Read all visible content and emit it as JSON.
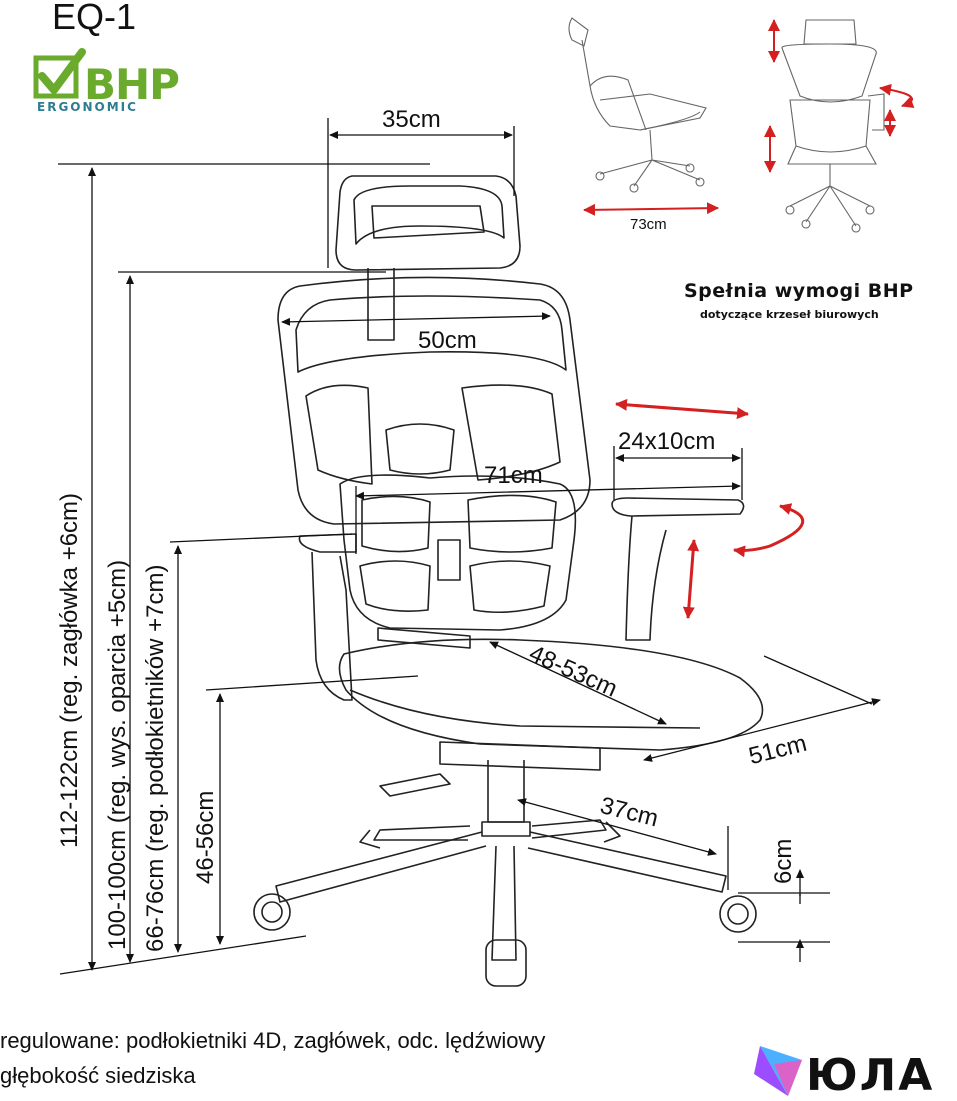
{
  "header": {
    "model": "EQ-1",
    "logo_word": "BHP",
    "logo_sub": "ERGONOMIC",
    "logo_icon": "checkmark-box-icon"
  },
  "compliance": {
    "heading": "Spełnia wymogi BHP",
    "subheading": "dotyczące krzeseł biurowych"
  },
  "dimensions": {
    "headrest_width": "35cm",
    "backrest_width": "50cm",
    "armrest_size": "24x10cm",
    "armrest_span": "71cm",
    "seat_depth": "48-53cm",
    "seat_width": "51cm",
    "base_radius": "37cm",
    "wheel_height": "6cm",
    "total_height": "112-122cm (reg. zagłówka +6cm)",
    "backrest_height": "100-100cm (reg. wys. oparcia +5cm)",
    "armrest_height": "66-76cm (reg. podłokietników +7cm)",
    "seat_height": "46-56cm",
    "side_depth": "73cm"
  },
  "footer": {
    "line1": "regulowane: podłokietniki 4D, zagłówek, odc. lędźwiowy",
    "line2": "głębokość siedziska",
    "brand": "ЮЛА",
    "brand_icon": "yula-logo-icon"
  },
  "colors": {
    "accent_red": "#d42020",
    "logo_green": "#6aaa2c",
    "logo_teal": "#2c7d8f"
  }
}
